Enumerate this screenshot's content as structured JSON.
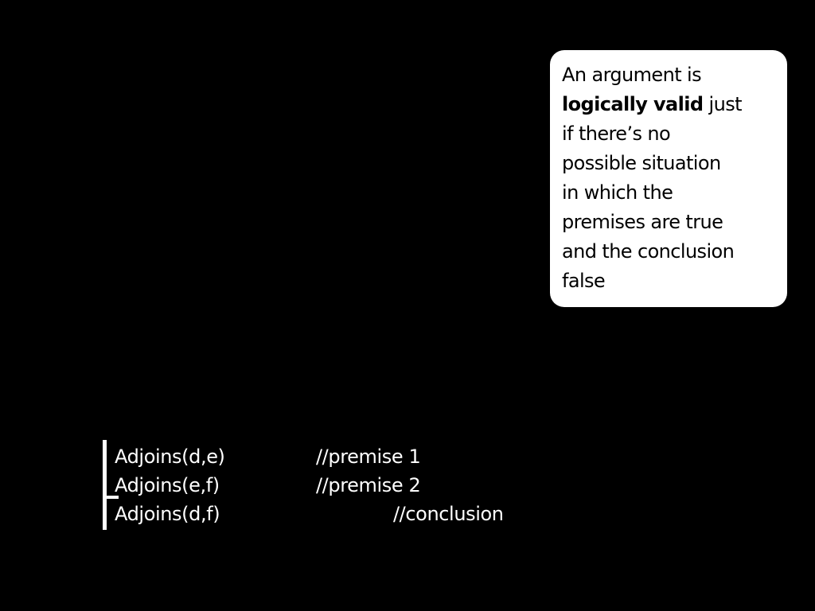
{
  "callout": {
    "line1": "An argument is",
    "line2_bold": "logically valid",
    "line2_rest": " just",
    "line3": "if there’s no",
    "line4": "possible situation",
    "line5": "in which the",
    "line6": "premises are true",
    "line7": "and the conclusion",
    "line8": "false",
    "background": "#ffffff",
    "text_color": "#000000"
  },
  "proof": {
    "premises": [
      {
        "formula": "Adjoins(d,e)",
        "comment": "//premise 1"
      },
      {
        "formula": "Adjoins(e,f)",
        "comment": "//premise 2"
      }
    ],
    "conclusion": {
      "formula": "Adjoins(d,f)",
      "comment": "//conclusion"
    },
    "text_color": "#ffffff"
  },
  "page": {
    "background": "#000000"
  }
}
